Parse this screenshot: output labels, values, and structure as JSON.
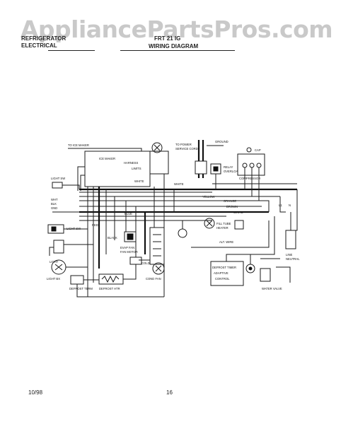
{
  "watermark": "AppliancePartsPros.com",
  "header": {
    "left_line1": "REFRIGERATOR",
    "left_line2": "ELECTRICAL",
    "model": "FRT 21 IG",
    "title": "WIRING DIAGRAM"
  },
  "diagram": {
    "labels": {
      "ice_maker_top": "TO ICE MAKER",
      "ice_maker": "ICE MAKER",
      "ice_maker_sub": "HARNESS",
      "white_top": "WHITE",
      "ice_maker_r": "LIMITS",
      "light_sw": "LIGHT SW",
      "light_sw2": "LIGHT SW",
      "wht_left": "WHT",
      "blk_left": "BLK",
      "gnd": "GND",
      "cab_light": "LIGHT",
      "light_box": "LIGHT BX",
      "defrost_term": "DEFROST TERM",
      "defrost_htr": "DEFROST HTR",
      "fan_motor": "FAN MOTOR",
      "evap_fan": "EVAP FAN",
      "red": "RED",
      "black": "BLACK",
      "blue": "BLUE",
      "yellow": "YELLOW",
      "orange": "ORANGE",
      "brown": "BROWN",
      "white": "WHITE",
      "white2": "WHITE",
      "cold_ctrl": "COLD CTRL",
      "to_power": "TO POWER",
      "service_cord": "SERVICE CORD",
      "ground": "GROUND",
      "overload": "OVERLOAD",
      "relay": "RELAY",
      "compressor": "COMPRESSOR",
      "cond_fan": "COND FAN",
      "defrost_timer": "DEFROST TIMER",
      "timer_sub1": "ADAPTIVE",
      "timer_sub2": "CONTROL",
      "cap": "CAP",
      "fill_tube": "FILL TUBE",
      "heater": "HEATER",
      "water_valve": "WATER VALVE",
      "line_volt": "LINE",
      "neutral": "NEUTRAL",
      "l1": "L1",
      "n": "N",
      "alt_note": "ALT. WIRE"
    }
  },
  "footer": {
    "date": "10/98",
    "page": "16"
  }
}
